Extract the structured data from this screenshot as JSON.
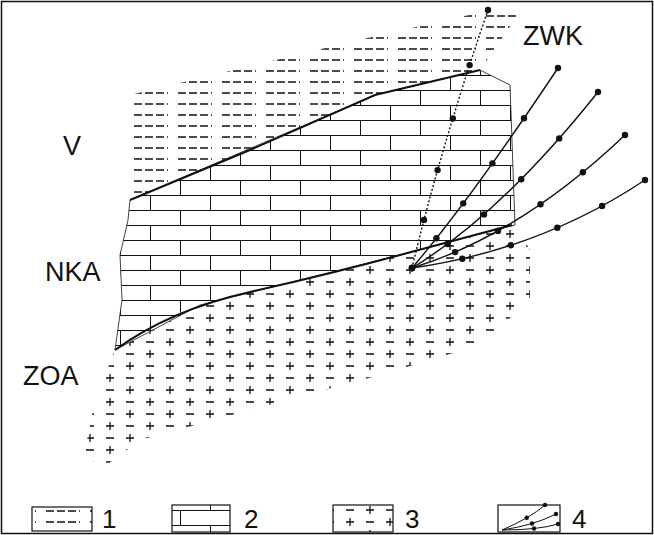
{
  "diagram": {
    "labels": [
      "V",
      "NKA",
      "ZOA",
      "ZWK"
    ],
    "legend": [
      {
        "text": "1"
      },
      {
        "text": "2"
      },
      {
        "text": "3"
      },
      {
        "text": "4"
      }
    ]
  }
}
